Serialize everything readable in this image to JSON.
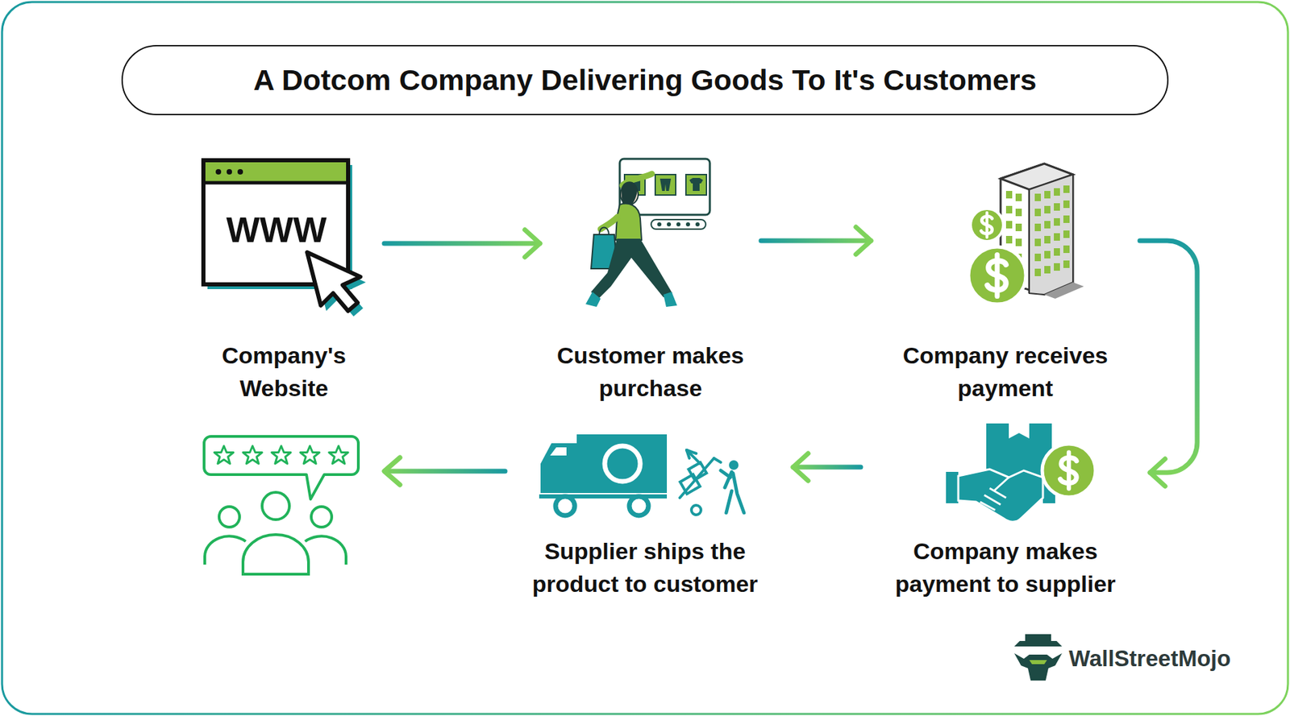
{
  "diagram": {
    "title": "A Dotcom Company Delivering Goods To It's Customers",
    "nodes": [
      {
        "text": [
          "Company's Website"
        ]
      },
      {
        "text": [
          "Customer makes purchase"
        ]
      },
      {
        "text": [
          "Company receives payment"
        ]
      },
      {
        "text": [
          "Company makes payment to supplier"
        ]
      },
      {
        "text": [
          "Supplier ships the product to customer"
        ]
      }
    ],
    "edges": [
      {
        "from": 0,
        "to": 1,
        "arrow": "to"
      },
      {
        "from": 1,
        "to": 2,
        "arrow": "to"
      },
      {
        "from": 2,
        "to": 3,
        "arrow": "to"
      },
      {
        "from": 3,
        "to": 4,
        "arrow": "to"
      }
    ],
    "labels": [
      "WWW",
      "WallStreetMojo"
    ]
  }
}
